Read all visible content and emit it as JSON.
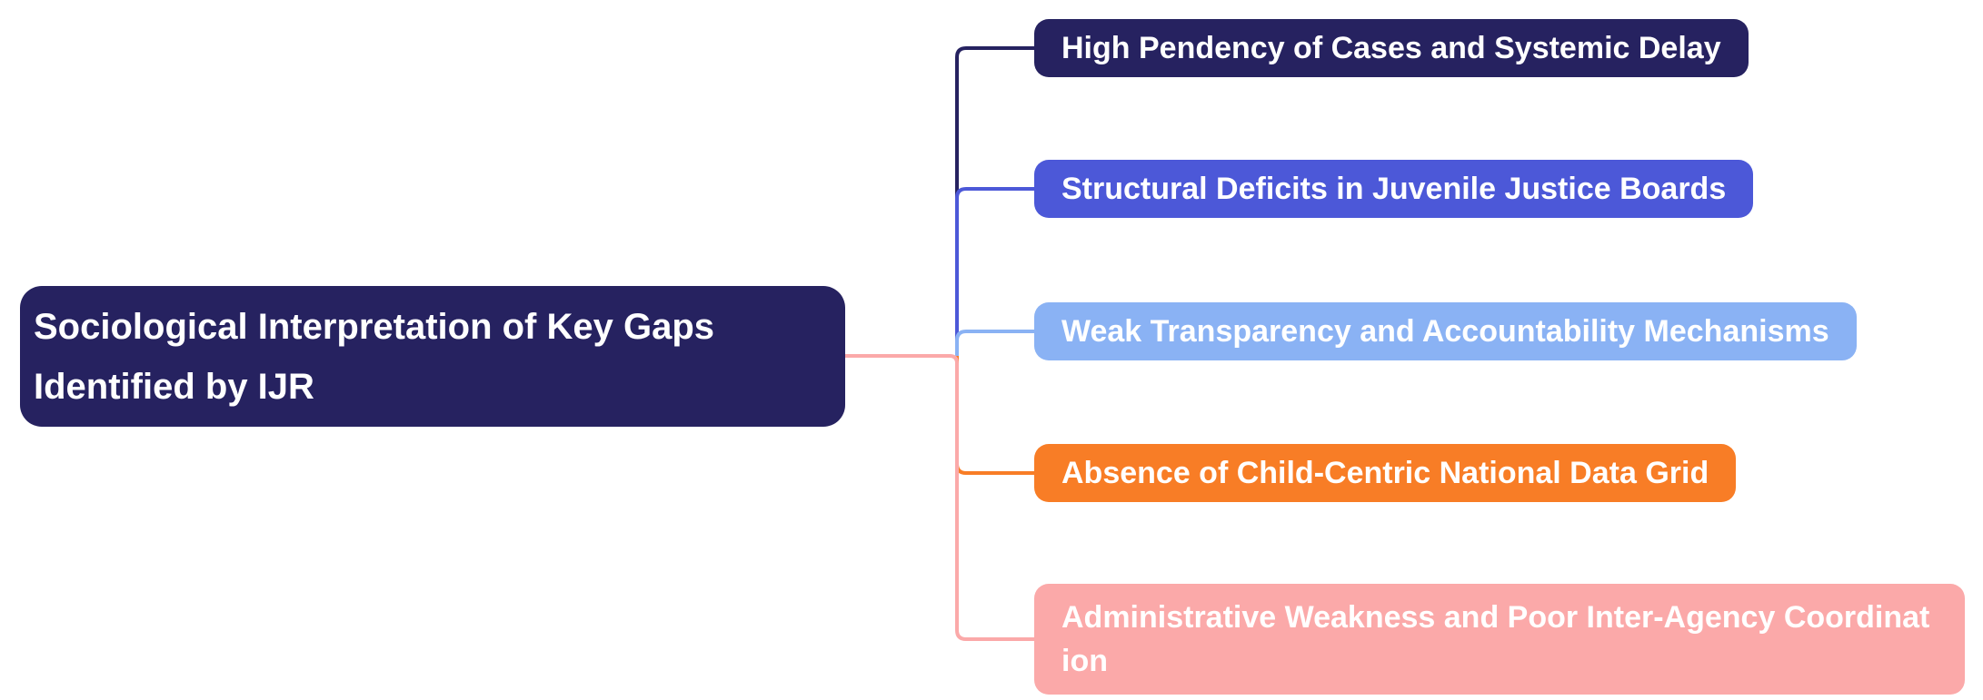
{
  "diagram": {
    "type": "mindmap",
    "background_color": "#ffffff",
    "text_color": "#ffffff",
    "root": {
      "label": "Sociological Interpretation of Key Gaps Identified by IJR",
      "color": "#262260"
    },
    "branches": [
      {
        "label": "High Pendency of Cases and Systemic Delay",
        "color": "#262260"
      },
      {
        "label": "Structural Deficits in Juvenile Justice Boards",
        "color": "#4c58d8"
      },
      {
        "label": "Weak Transparency and Accountability Mechanisms",
        "color": "#8ab2f4"
      },
      {
        "label": "Absence of Child-Centric National Data Grid",
        "color": "#f87d26"
      },
      {
        "label": "Administrative Weakness and Poor Inter-Agency Coordination",
        "color": "#fba9a9"
      }
    ]
  }
}
